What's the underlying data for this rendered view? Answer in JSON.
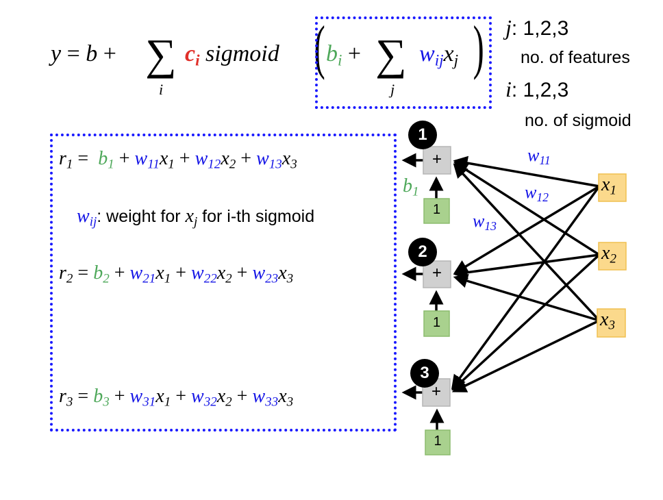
{
  "formula": {
    "lhs": "y",
    "eq": "=",
    "b": "b",
    "plus": "+",
    "sum_symbol": "∑",
    "sum_index_outer": "i",
    "c": "c",
    "c_sub": "i",
    "sigmoid": "sigmoid",
    "paren_open": "(",
    "paren_close": ")",
    "bi": "b",
    "bi_sub": "i",
    "sum_index_inner": "j",
    "w": "w",
    "w_sub": "ij",
    "x": "x",
    "x_sub": "j"
  },
  "legend": {
    "j_label": "j",
    "j_values": ": 1,2,3",
    "j_desc": "no. of features",
    "i_label": "i",
    "i_values": ": 1,2,3",
    "i_desc": "no. of sigmoid"
  },
  "equations": [
    {
      "r": "r",
      "r_sub": "1",
      "eq": "=",
      "b": "b",
      "b_sub": "1",
      "terms": [
        {
          "w_sub": "11",
          "x_sub": "1"
        },
        {
          "w_sub": "12",
          "x_sub": "2"
        },
        {
          "w_sub": "13",
          "x_sub": "3"
        }
      ]
    },
    {
      "r": "r",
      "r_sub": "2",
      "eq": "=",
      "b": "b",
      "b_sub": "2",
      "terms": [
        {
          "w_sub": "21",
          "x_sub": "1"
        },
        {
          "w_sub": "22",
          "x_sub": "2"
        },
        {
          "w_sub": "23",
          "x_sub": "3"
        }
      ]
    },
    {
      "r": "r",
      "r_sub": "3",
      "eq": "=",
      "b": "b",
      "b_sub": "3",
      "terms": [
        {
          "w_sub": "31",
          "x_sub": "1"
        },
        {
          "w_sub": "32",
          "x_sub": "2"
        },
        {
          "w_sub": "33",
          "x_sub": "3"
        }
      ]
    }
  ],
  "note": {
    "w": "w",
    "w_sub": "ij",
    "text1": ": weight for ",
    "x": "x",
    "x_sub": "j",
    "text2": " for i-th sigmoid"
  },
  "network": {
    "nodes": [
      {
        "number": "1",
        "op": "+",
        "bias_input": "1"
      },
      {
        "number": "2",
        "op": "+",
        "bias_input": "1"
      },
      {
        "number": "3",
        "op": "+",
        "bias_input": "1"
      }
    ],
    "bias_label": {
      "b": "b",
      "sub": "1"
    },
    "inputs": [
      {
        "x": "x",
        "sub": "1"
      },
      {
        "x": "x",
        "sub": "2"
      },
      {
        "x": "x",
        "sub": "3"
      }
    ],
    "weight_labels": [
      {
        "w": "w",
        "sub": "11"
      },
      {
        "w": "w",
        "sub": "12"
      },
      {
        "w": "w",
        "sub": "13"
      }
    ]
  },
  "colors": {
    "bias": "#4ea85a",
    "weight": "#1414e6",
    "c": "#e0302a",
    "dashed_box": "#1a1aff",
    "sum_node_fill": "#d0d0d0",
    "bias_node_fill": "#a9d18e",
    "input_node_fill": "#fbd98c",
    "number_circle": "#000000"
  }
}
